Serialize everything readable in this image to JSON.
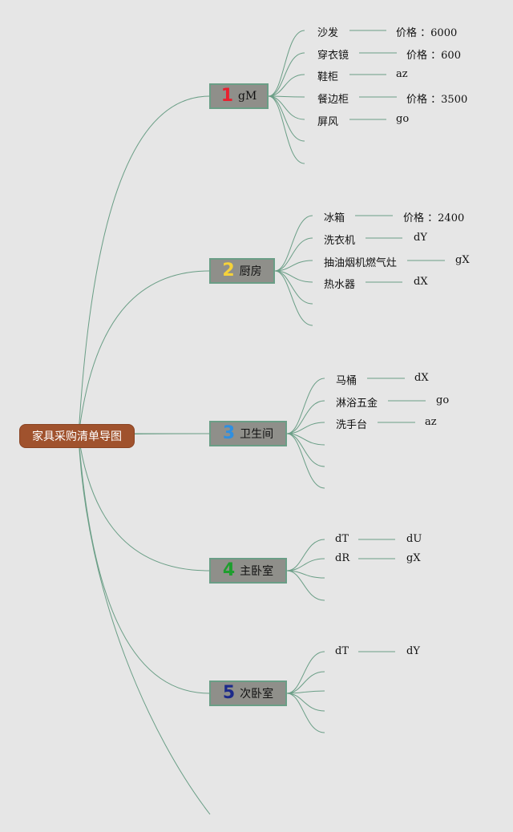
{
  "root": "家具采购清单导图",
  "colors": {
    "root_fill": "#a0522d",
    "topic_fill": "#8f8f8a",
    "topic_border": "#6a9e86",
    "line": "#6a9e86",
    "num1": "#e8202f",
    "num2": "#f5d23a",
    "num3": "#2f8fe0",
    "num4": "#1e9e2e",
    "num5": "#1c2a8a"
  },
  "topics": [
    {
      "num": "1",
      "name": "gM",
      "items": [
        {
          "label": "沙发",
          "value_label": "价格",
          "value": "：6000"
        },
        {
          "label": "穿衣镜",
          "value_label": "价格",
          "value": "：600"
        },
        {
          "label": "鞋柜",
          "value": "az"
        },
        {
          "label": "餐边柜",
          "value_label": "价格",
          "value": "：3500"
        },
        {
          "label": "屏风",
          "value": "go"
        }
      ]
    },
    {
      "num": "2",
      "name": "厨房",
      "items": [
        {
          "label": "冰箱",
          "value_label": "价格",
          "value": "：2400"
        },
        {
          "label": "洗衣机",
          "value": "dY"
        },
        {
          "label": "抽油烟机燃气灶",
          "value": "gX"
        },
        {
          "label": "热水器",
          "value": "dX"
        }
      ]
    },
    {
      "num": "3",
      "name": "卫生间",
      "items": [
        {
          "label": "马桶",
          "value": "dX"
        },
        {
          "label": "淋浴五金",
          "value": "go"
        },
        {
          "label": "洗手台",
          "value": "az"
        }
      ]
    },
    {
      "num": "4",
      "name": "主卧室",
      "items": [
        {
          "label": "dT",
          "value": "dU"
        },
        {
          "label": "dR",
          "value": "gX"
        }
      ]
    },
    {
      "num": "5",
      "name": "次卧室",
      "items": [
        {
          "label": "dT",
          "value": "dY"
        }
      ]
    }
  ]
}
